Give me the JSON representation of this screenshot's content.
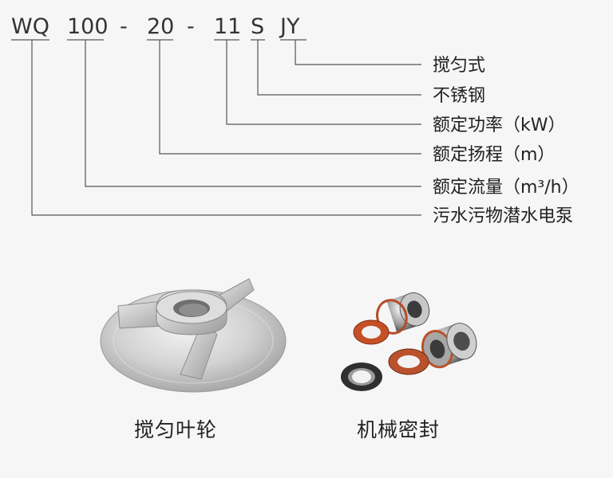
{
  "model_code": {
    "segments": [
      "WQ",
      "100",
      "-",
      "20",
      "-",
      "11",
      "S",
      "JY"
    ]
  },
  "annotations": [
    {
      "segment": "JY",
      "label": "搅匀式"
    },
    {
      "segment": "S",
      "label": "不锈钢"
    },
    {
      "segment": "11",
      "label": "额定功率（kW）"
    },
    {
      "segment": "20",
      "label": "额定扬程（m）"
    },
    {
      "segment": "100",
      "label": "额定流量（m³/h）"
    },
    {
      "segment": "WQ",
      "label": "污水污物潜水电泵"
    }
  ],
  "products": [
    {
      "caption": "搅匀叶轮",
      "image": "impeller"
    },
    {
      "caption": "机械密封",
      "image": "mechanical-seals"
    }
  ]
}
